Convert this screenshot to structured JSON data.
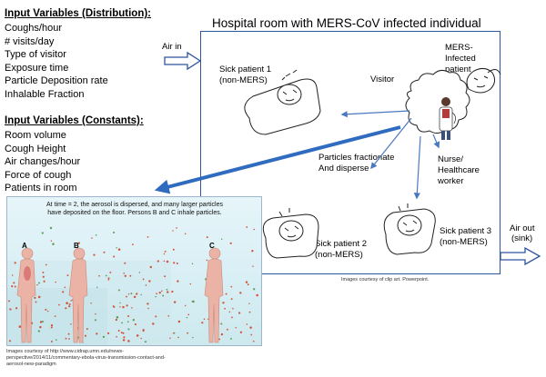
{
  "distribution": {
    "heading": "Input Variables (Distribution):",
    "items": [
      "Coughs/hour",
      "# visits/day",
      "Type of visitor",
      "Exposure time",
      "Particle Deposition rate",
      "Inhalable Fraction"
    ]
  },
  "constants": {
    "heading": "Input Variables (Constants):",
    "items": [
      "Room volume",
      "Cough Height",
      "Air changes/hour",
      "Force of cough",
      "Patients in room"
    ]
  },
  "room": {
    "title": "Hospital room with MERS-CoV infected individual",
    "air_in": "Air in",
    "air_out_1": "Air out",
    "air_out_2": "(sink)",
    "sick1_1": "Sick patient 1",
    "sick1_2": "(non-MERS)",
    "visitor": "Visitor",
    "mers_1": "MERS-",
    "mers_2": "Infected",
    "mers_3": "patient",
    "particles_1": "Particles fractionate",
    "particles_2": "And disperse",
    "nurse_1": "Nurse/",
    "nurse_2": "Healthcare",
    "nurse_3": "worker",
    "sick2_1": "Sick patient 2",
    "sick2_2": "(non-MERS)",
    "sick3_1": "Sick patient 3",
    "sick3_2": "(non-MERS)",
    "credit": "Images courtesy of clip art. Powerpoint."
  },
  "inset": {
    "caption_1": "At time = 2, the aerosol is dispersed, and many larger particles",
    "caption_2": "have deposited on the floor.  Persons B and C inhale particles.",
    "person_a": "A",
    "person_b": "B",
    "person_c": "C"
  },
  "bottom_credit": {
    "line1": "Images courtesy of http://www.cidrap.umn.edu/news-",
    "line2": "perspective/2014/11/commentary-ebola-virus-transmission-contact-and-",
    "line3": "aerosol-new-paradigm"
  },
  "colors": {
    "arrow_blue": "#2f6bbf",
    "room_border": "#2f55a0",
    "particle": "#d2553a"
  }
}
